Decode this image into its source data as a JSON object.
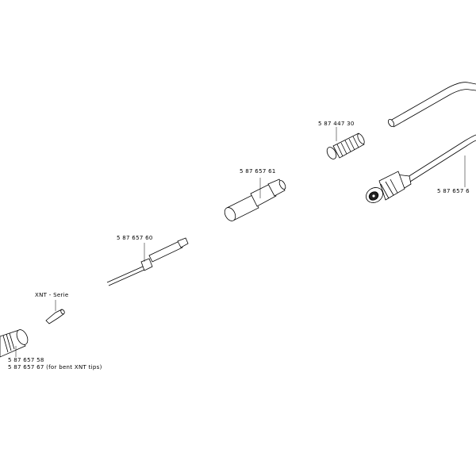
{
  "labels": {
    "cable": "5  87  657  6",
    "sleeve": "5  87  447  30",
    "handle": "5  87  657  61",
    "heater": "5  87  657  60",
    "tip_series": "XNT  -  Serie",
    "nut_1": "5  87  657  58",
    "nut_2": "5  87  657  67  (for  bent  XNT  tips)"
  }
}
